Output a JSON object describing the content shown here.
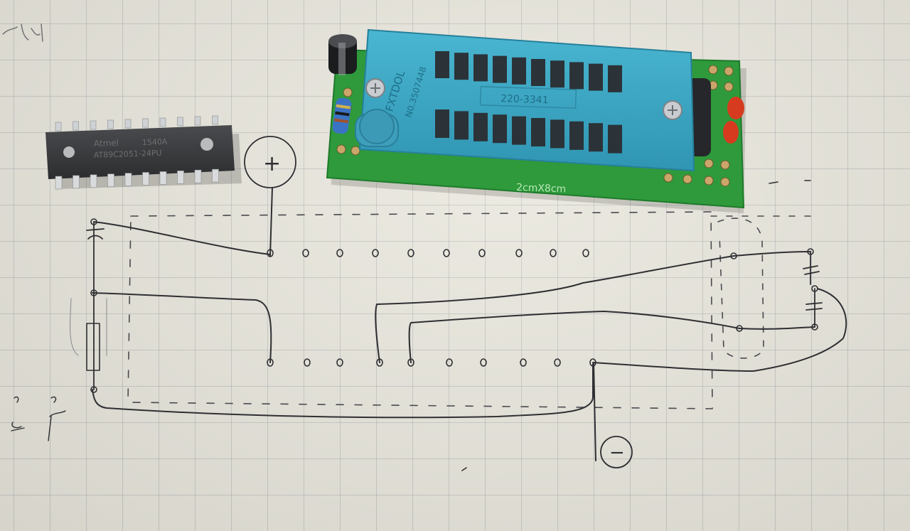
{
  "photo": {
    "paper": "grid-notebook-paper",
    "colors": {
      "paper": "#e8e6dc",
      "pcb": "#2d9a3a",
      "zif_socket": "#3aa7c4",
      "ic_body": "#3a3b3d",
      "pencil": "#2f2f33"
    }
  },
  "chip": {
    "logo_text": "Atmel",
    "line1": "1540A",
    "line2": "AT89C2051-24PU"
  },
  "zif_socket": {
    "brand": "FXTDOL",
    "serial": "N0.3507448",
    "model": "220-3341"
  },
  "pcb": {
    "size_label": "2cmX8cm"
  },
  "sketch": {
    "plus_label": "+",
    "minus_label": "−"
  }
}
